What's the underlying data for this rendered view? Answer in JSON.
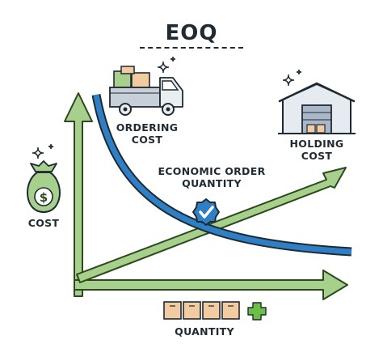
{
  "title": "EOQ",
  "labels": {
    "ordering_cost": [
      "ORDERING",
      "COST"
    ],
    "holding_cost": [
      "HOLDING",
      "COST"
    ],
    "economic_order_quantity": [
      "ECONOMIC ORDER",
      "QUANTITY"
    ],
    "cost_axis": "COST",
    "quantity_axis": "QUANTITY"
  },
  "icons": {
    "ordering": "delivery-truck-icon",
    "holding": "warehouse-icon",
    "cost": "money-bag-icon",
    "quantity": "boxes-icon",
    "eoq": "checkmark-badge-icon",
    "plus": "plus-icon"
  },
  "colors": {
    "green_fill": "#a8d08d",
    "green_stroke": "#2d4a1e",
    "blue_curve": "#2f7fc6",
    "outline": "#1f2a33",
    "box": "#f2cba1",
    "plus_green": "#6cbf45",
    "warehouse_wall": "#e6ebf2",
    "warehouse_door": "#a9b7c9"
  }
}
